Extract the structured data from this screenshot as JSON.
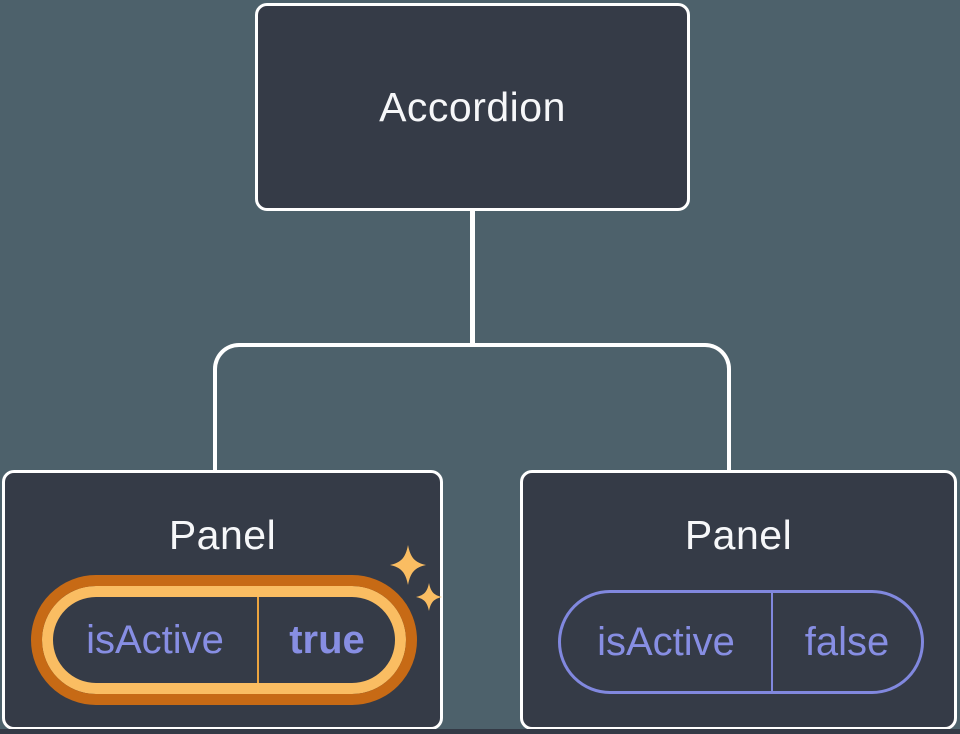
{
  "colors": {
    "background": "#4D616B",
    "card_fill": "#353B47",
    "card_border": "#FFFFFF",
    "connector": "#FFFFFF",
    "title_text": "#F6F7F9",
    "prop_text": "#878EE3",
    "prop_border": "#8188DF",
    "highlight_ring_outer": "#C76A15",
    "highlight_ring_inner": "#FABD62",
    "highlight_divider": "#ECA43F",
    "sparkle": "#FABD62"
  },
  "tree": {
    "root": {
      "label": "Accordion"
    },
    "children": [
      {
        "label": "Panel",
        "prop": {
          "name": "isActive",
          "value": "true"
        },
        "highlighted": true,
        "icon": "sparkle-icon"
      },
      {
        "label": "Panel",
        "prop": {
          "name": "isActive",
          "value": "false"
        },
        "highlighted": false
      }
    ]
  }
}
